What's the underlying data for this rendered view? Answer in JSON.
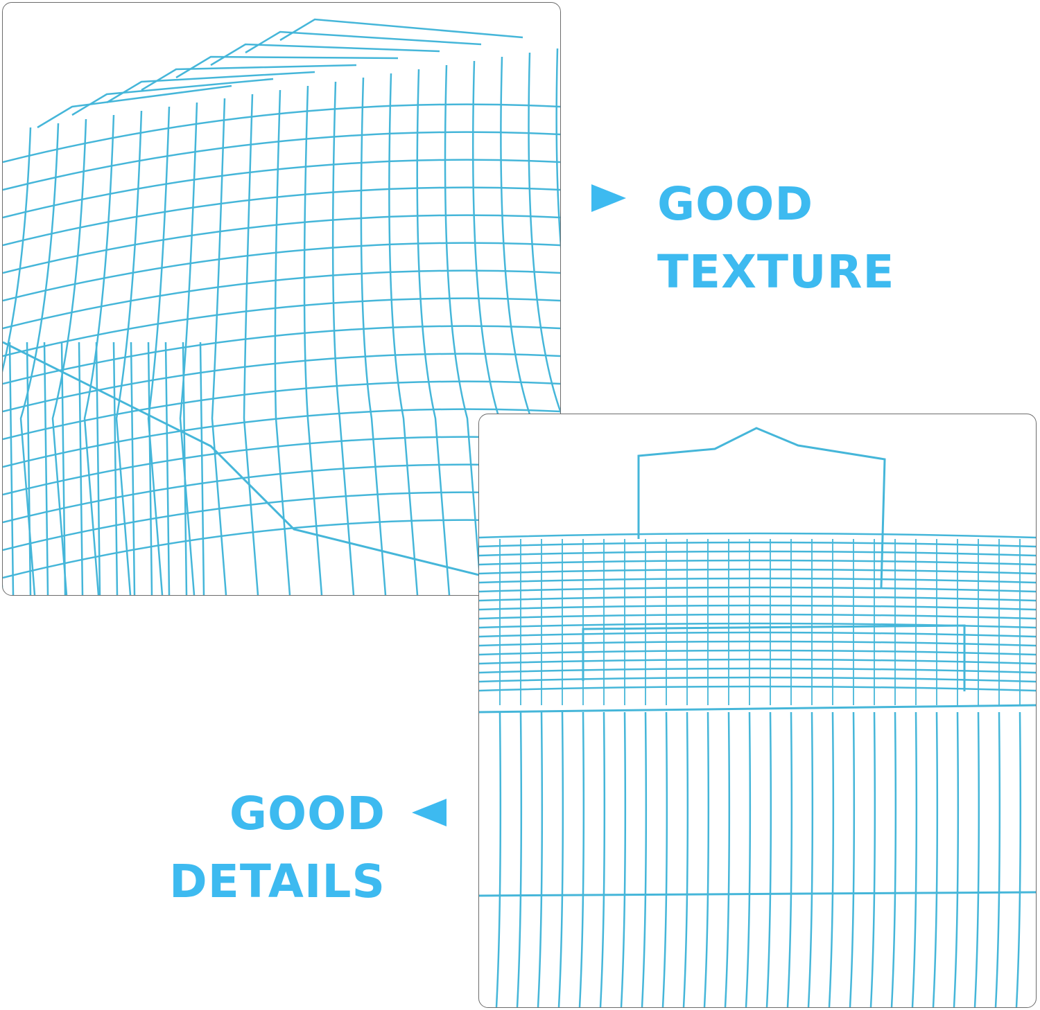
{
  "callouts": [
    {
      "line1": "GOOD",
      "line2": "TEXTURE",
      "arrow": "right"
    },
    {
      "line1": "GOOD",
      "line2": "DETAILS",
      "arrow": "left"
    }
  ],
  "colors": {
    "accent": "#3dbaf0",
    "wire": "#45b6d9"
  }
}
